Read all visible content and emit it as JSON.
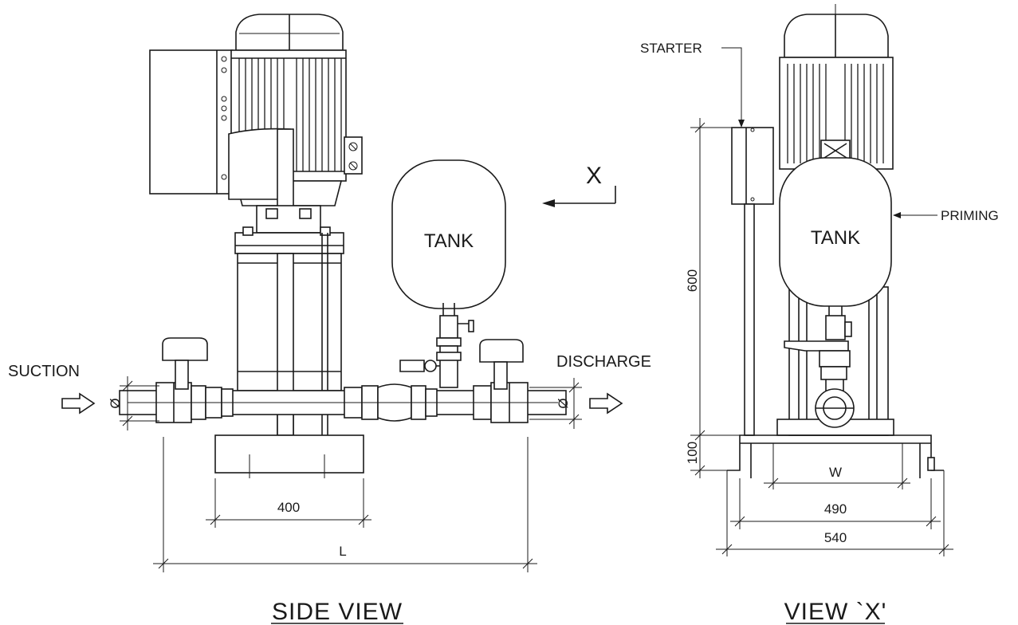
{
  "labels": {
    "suction": "SUCTION",
    "discharge": "DISCHARGE",
    "tank": "TANK",
    "x_marker": "X",
    "starter": "STARTER",
    "priming": "PRIMING",
    "diameter": "Ø"
  },
  "dimensions": {
    "base_width_side": "400",
    "overall_length": "L",
    "height": "600",
    "base_height": "100",
    "width": "W",
    "w490": "490",
    "w540": "540"
  },
  "titles": {
    "side_view": "SIDE VIEW",
    "view_x": "VIEW `X'"
  }
}
